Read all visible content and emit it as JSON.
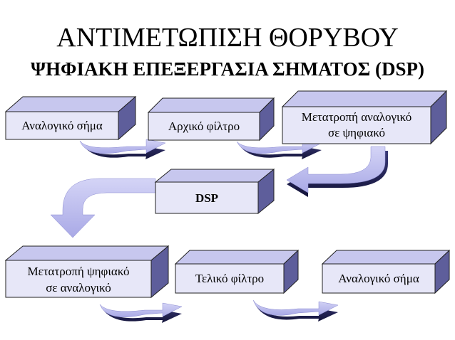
{
  "title": "ΑΝΤΙΜΕΤΩΠΙΣΗ ΘΟΡΥΒΟΥ",
  "subtitle": "ΨΗΦΙΑΚΗ ΕΠΕΞΕΡΓΑΣΙΑ ΣΗΜΑΤΟΣ (DSP)",
  "colors": {
    "box_front": "#e7e7f8",
    "box_top": "#c7c7ee",
    "box_side": "#5e5e9b",
    "arrow": "#c2c2ef",
    "arrow_dark": "#22224f"
  },
  "boxes": [
    {
      "id": "analog-signal-in",
      "lines": [
        "Αναλογικό σήμα"
      ]
    },
    {
      "id": "initial-filter",
      "lines": [
        "Αρχικό φίλτρο"
      ]
    },
    {
      "id": "adc",
      "lines": [
        "Μετατροπή αναλογικό",
        "σε ψηφιακό"
      ]
    },
    {
      "id": "dsp",
      "lines": [
        "DSP"
      ]
    },
    {
      "id": "dac",
      "lines": [
        "Μετατροπή ψηφιακό",
        "σε αναλογικό"
      ]
    },
    {
      "id": "final-filter",
      "lines": [
        "Τελικό φίλτρο"
      ]
    },
    {
      "id": "analog-signal-out",
      "lines": [
        "Αναλογικό σήμα"
      ]
    }
  ]
}
